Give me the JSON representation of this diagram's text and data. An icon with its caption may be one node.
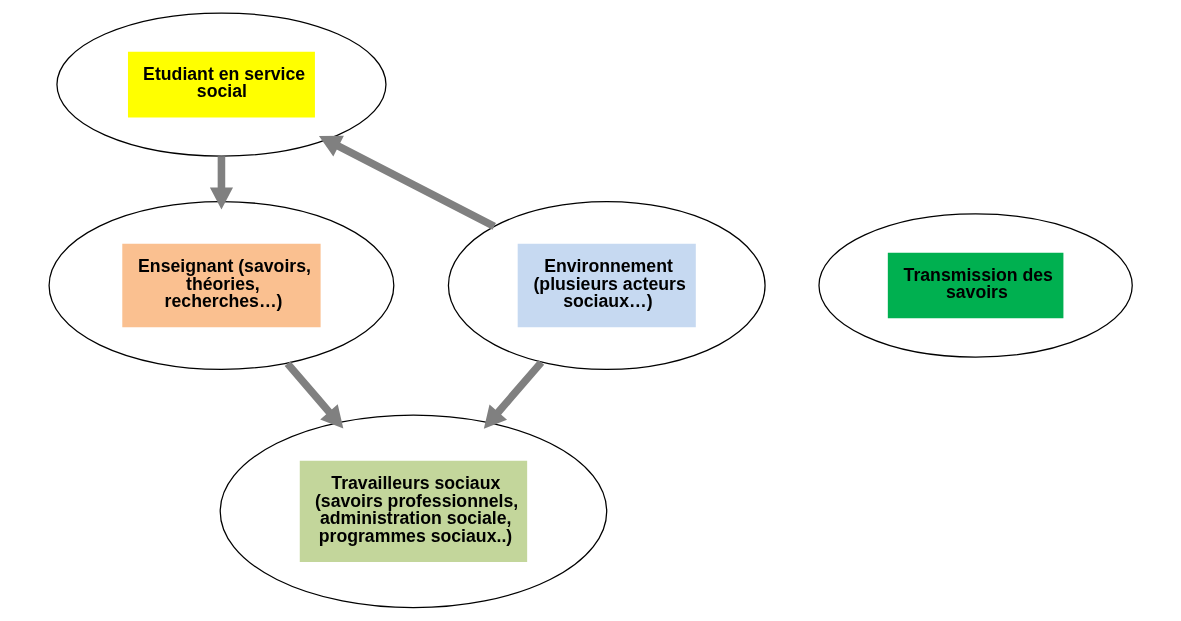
{
  "diagram": {
    "nodes": [
      {
        "text": [
          "Etudiant en service social"
        ]
      },
      {
        "text": [
          "Environnement (plusieurs acteurs sociaux…)"
        ]
      },
      {
        "text": [
          "Transmission des savoirs"
        ]
      },
      {
        "text": [
          "Enseignant (savoirs, théories, recherches…)"
        ]
      },
      {
        "text": [
          "Travailleurs sociaux (savoirs professionnels, administration sociale, programmes sociaux..)"
        ]
      }
    ],
    "edges": [
      {
        "from": 1,
        "to": 0,
        "arrow": "to"
      },
      {
        "from": 0,
        "to": 3,
        "arrow": "to"
      },
      {
        "from": 3,
        "to": 4,
        "arrow": "to"
      },
      {
        "from": 1,
        "to": 4,
        "arrow": "to"
      }
    ]
  }
}
